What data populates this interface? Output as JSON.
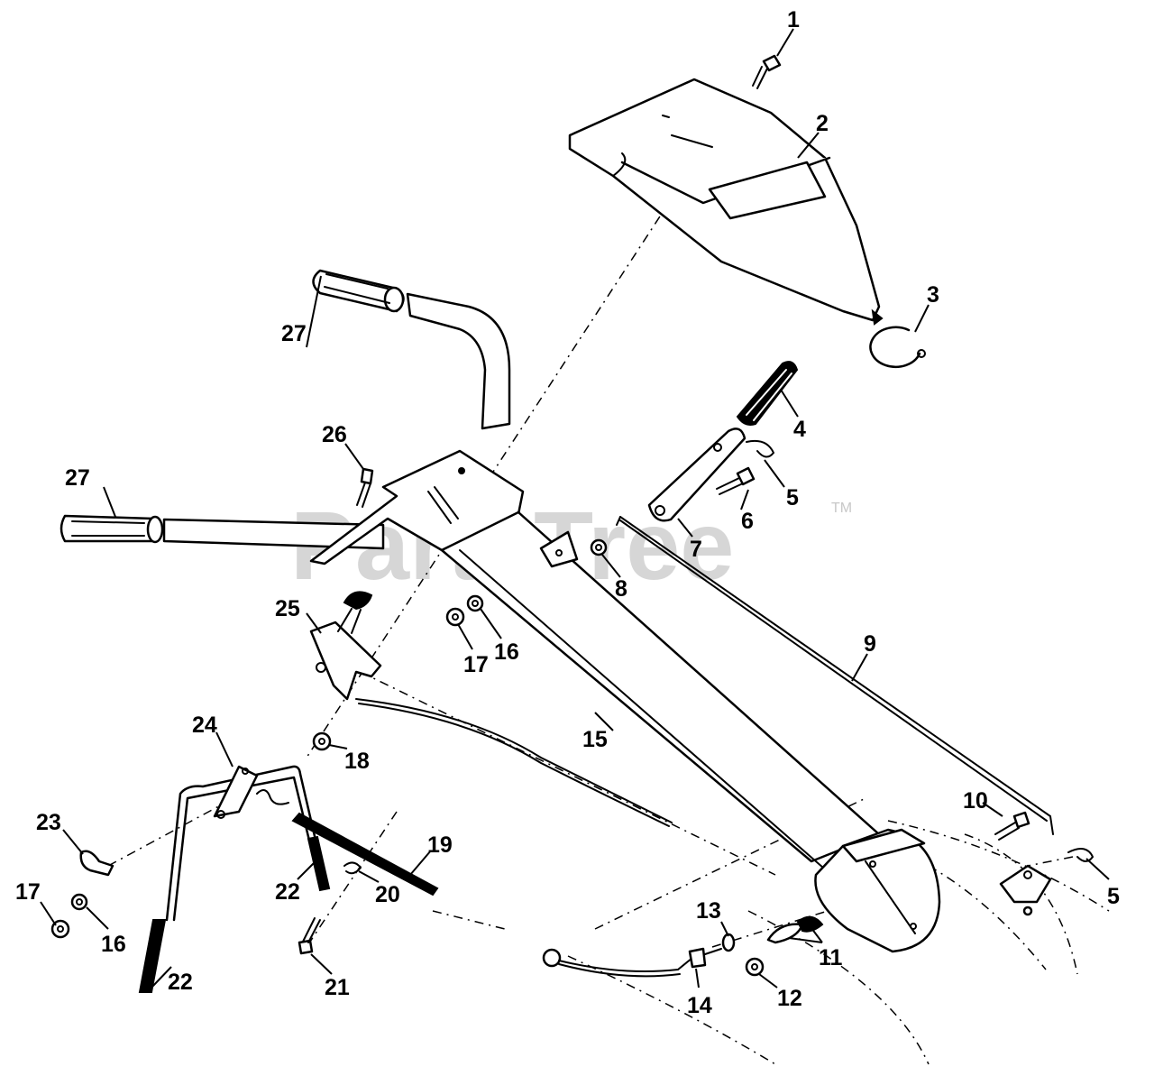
{
  "watermark": {
    "text": "PartsTree",
    "trademark": "TM"
  },
  "callouts": [
    {
      "id": "c1",
      "label": "1"
    },
    {
      "id": "c2",
      "label": "2"
    },
    {
      "id": "c3",
      "label": "3"
    },
    {
      "id": "c4",
      "label": "4"
    },
    {
      "id": "c5a",
      "label": "5"
    },
    {
      "id": "c6",
      "label": "6"
    },
    {
      "id": "c7",
      "label": "7"
    },
    {
      "id": "c8",
      "label": "8"
    },
    {
      "id": "c9",
      "label": "9"
    },
    {
      "id": "c5b",
      "label": "5"
    },
    {
      "id": "c10",
      "label": "10"
    },
    {
      "id": "c11",
      "label": "11"
    },
    {
      "id": "c12",
      "label": "12"
    },
    {
      "id": "c13",
      "label": "13"
    },
    {
      "id": "c14",
      "label": "14"
    },
    {
      "id": "c15",
      "label": "15"
    },
    {
      "id": "c16a",
      "label": "16"
    },
    {
      "id": "c17a",
      "label": "17"
    },
    {
      "id": "c16b",
      "label": "16"
    },
    {
      "id": "c17b",
      "label": "17"
    },
    {
      "id": "c18",
      "label": "18"
    },
    {
      "id": "c19",
      "label": "19"
    },
    {
      "id": "c20",
      "label": "20"
    },
    {
      "id": "c21",
      "label": "21"
    },
    {
      "id": "c22a",
      "label": "22"
    },
    {
      "id": "c22b",
      "label": "22"
    },
    {
      "id": "c23",
      "label": "23"
    },
    {
      "id": "c24",
      "label": "24"
    },
    {
      "id": "c25",
      "label": "25"
    },
    {
      "id": "c26",
      "label": "26"
    },
    {
      "id": "c27a",
      "label": "27"
    },
    {
      "id": "c27b",
      "label": "27"
    }
  ]
}
